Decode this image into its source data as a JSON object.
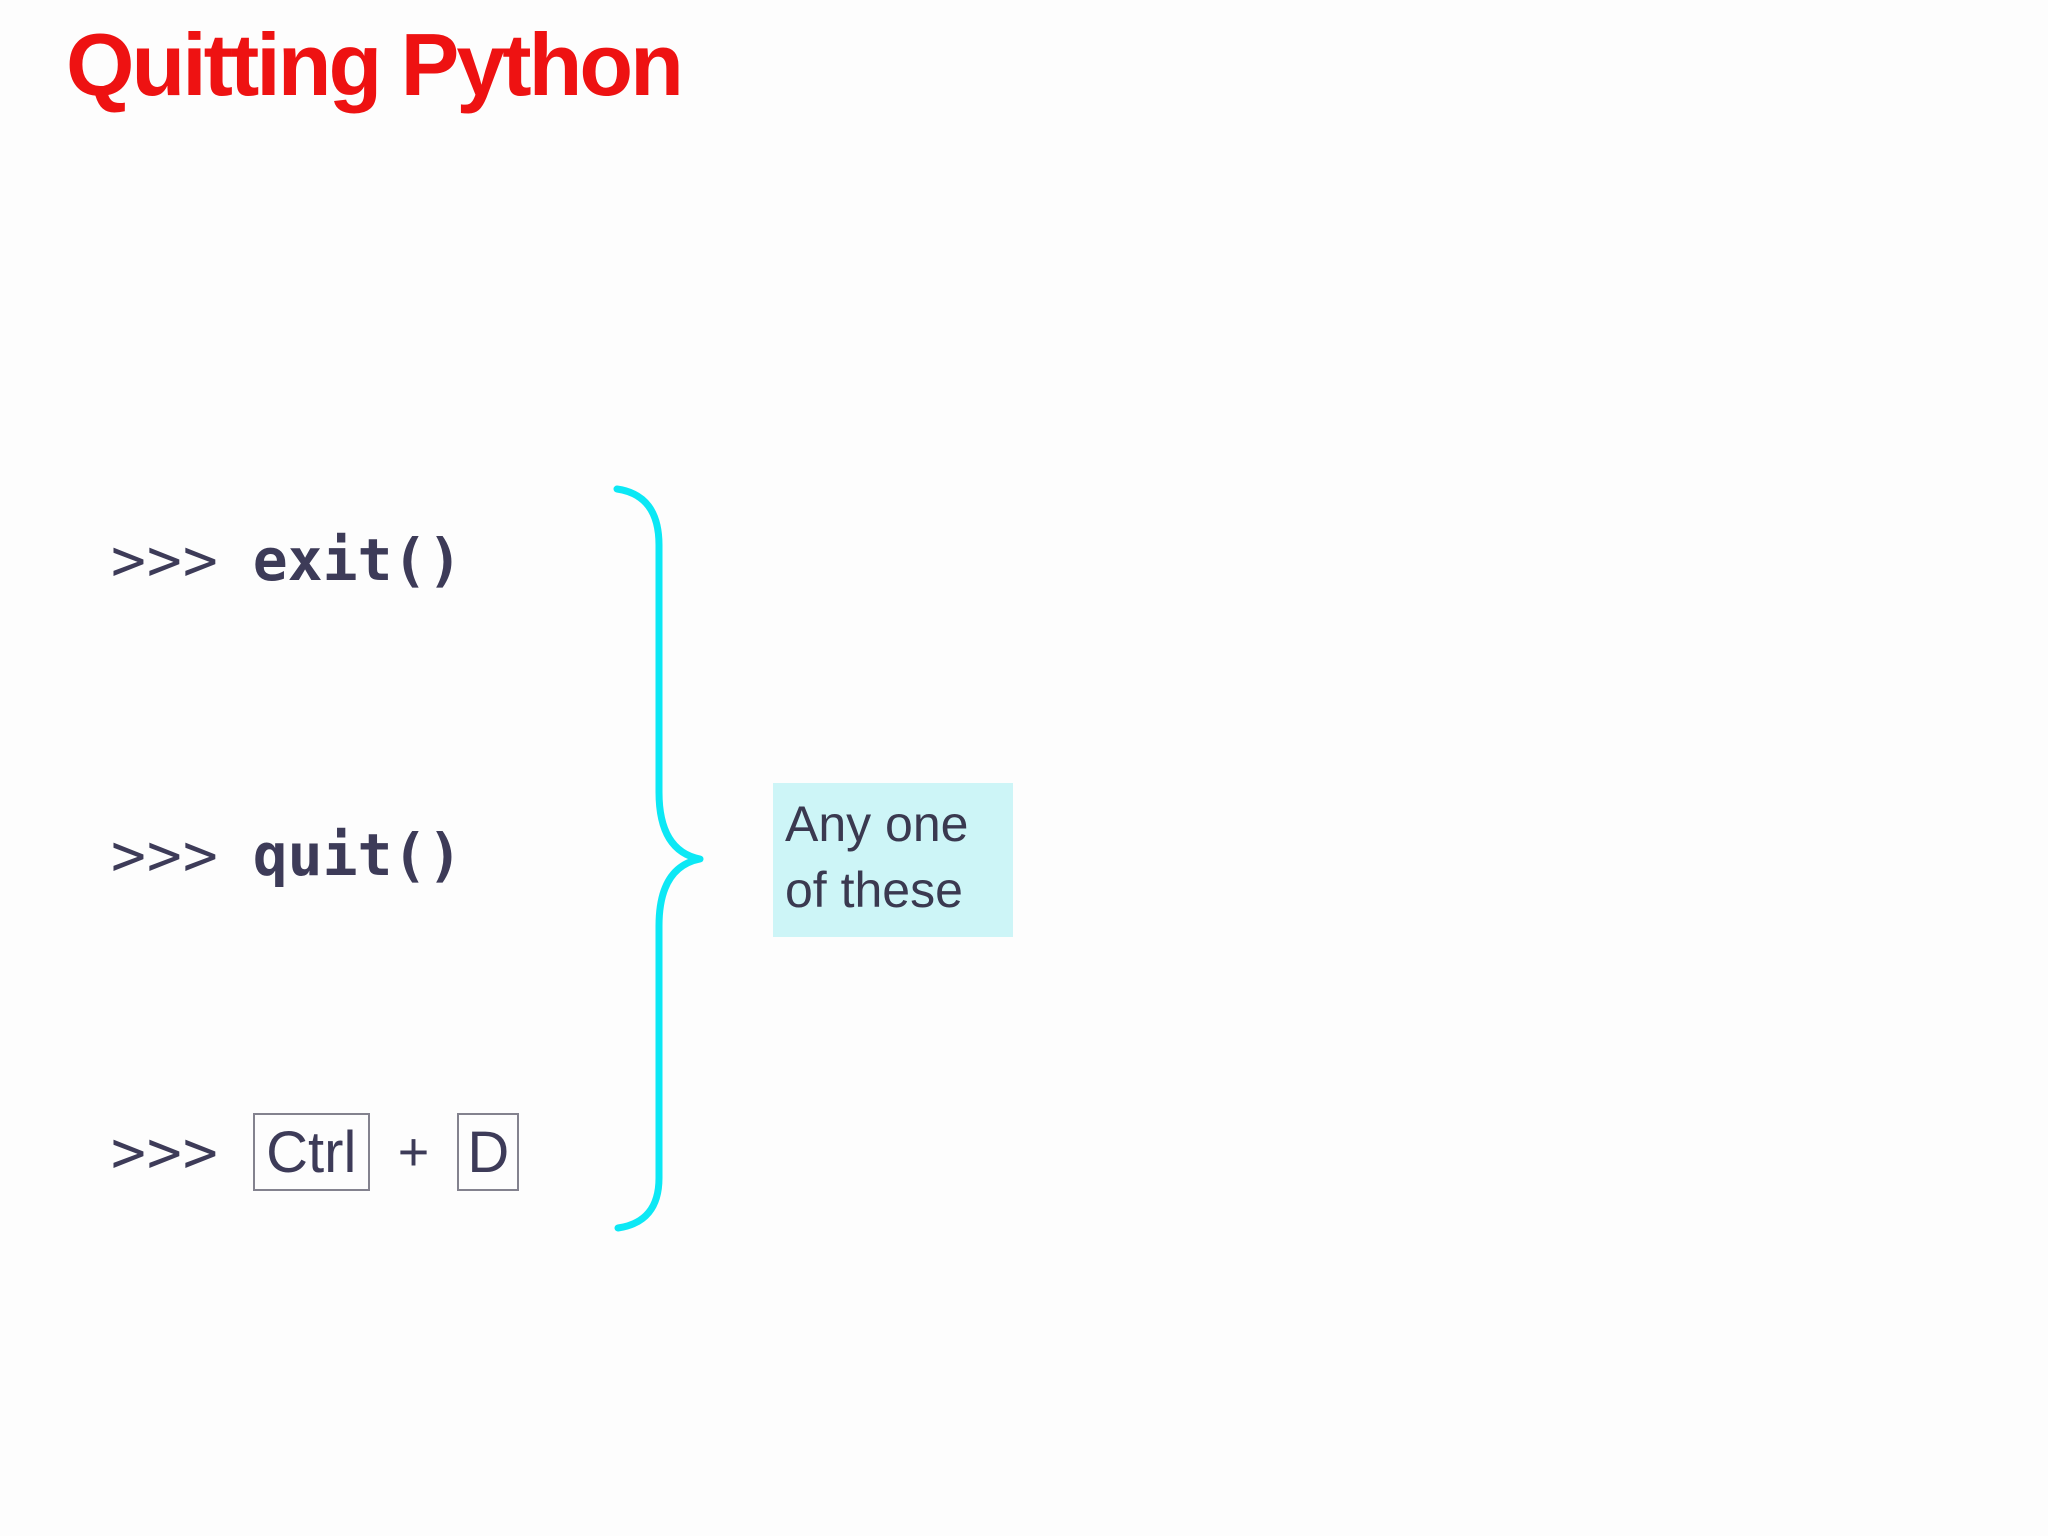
{
  "slide": {
    "title": "Quitting Python",
    "code_lines": [
      {
        "prompt": ">>>",
        "command": "exit()"
      },
      {
        "prompt": ">>>",
        "command": "quit()"
      },
      {
        "prompt": ">>>",
        "keys": {
          "first": "Ctrl",
          "separator": "+",
          "second": "D"
        }
      }
    ],
    "annotation": {
      "text": "Any one of these"
    },
    "colors": {
      "title_red": "#ee1212",
      "code_navy": "#3d3b58",
      "brace_cyan": "#0ce8f5",
      "highlight_cyan": "#cdf5f7",
      "keycap_border": "#83828e",
      "background": "#fdfdfd"
    }
  }
}
